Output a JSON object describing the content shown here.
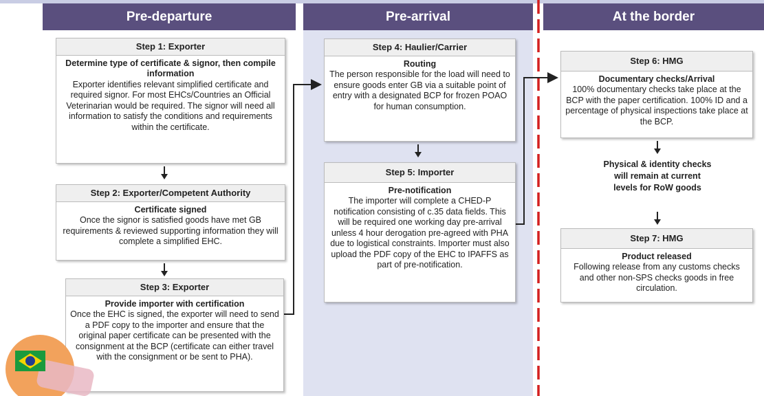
{
  "columns": {
    "pre_departure": "Pre-departure",
    "pre_arrival": "Pre-arrival",
    "at_the_border": "At the border"
  },
  "steps": {
    "step1": {
      "title": "Step 1: Exporter",
      "subtitle": "Determine type of certificate & signor, then compile information",
      "text": "Exporter identifies relevant simplified certificate and required signor. For most EHCs/Countries an Official Veterinarian would be required. The signor will need all information  to satisfy the conditions and requirements within the certificate."
    },
    "step2": {
      "title": "Step 2: Exporter/Competent Authority",
      "subtitle": "Certificate signed",
      "text": "Once the signor is satisfied goods have met GB requirements & reviewed supporting  information they will complete a simplified EHC."
    },
    "step3": {
      "title": "Step 3: Exporter",
      "subtitle": "Provide importer with certification",
      "text": "Once the EHC is signed, the exporter will need to send a PDF copy to the importer and ensure that the original paper certificate can be presented with the consignment at the BCP (certificate can either travel with the consignment or be sent to PHA)."
    },
    "step4": {
      "title": "Step 4: Haulier/Carrier",
      "subtitle": "Routing",
      "text": "The person responsible for the load will need to ensure goods enter GB via a suitable point of entry with a designated BCP for frozen POAO for human consumption."
    },
    "step5": {
      "title": "Step 5: Importer",
      "subtitle": "Pre-notification",
      "text": "The importer will complete a CHED-P notification consisting of c.35 data fields.  This will be required one working day pre-arrival unless 4 hour derogation pre-agreed with PHA due to logistical constraints.  Importer must also upload the PDF copy of the EHC to IPAFFS as part of pre-notification."
    },
    "step6": {
      "title": "Step 6: HMG",
      "subtitle": "Documentary checks/Arrival",
      "text": "100% documentary checks take place at the BCP with the paper certification. 100% ID and a percentage of physical inspections take place at the BCP."
    },
    "step7": {
      "title": "Step 7: HMG",
      "subtitle": "Product released",
      "text": "Following release from any customs checks and other non-SPS checks goods in free circulation."
    }
  },
  "note": "Physical & identity checks will remain at current levels for RoW goods",
  "colors": {
    "header": "#5a4f7e",
    "column_bg": "#dfe2f1",
    "border_line": "#d42020",
    "badge": "#f2a25c"
  },
  "icons": {
    "flag": "brazil-flag-icon",
    "product": "meat-package-icon"
  }
}
